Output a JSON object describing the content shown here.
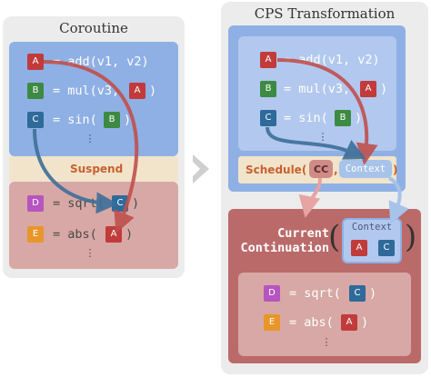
{
  "left_panel": {
    "title": "Coroutine",
    "lines": [
      {
        "tag": "A",
        "text": "= add(v1, v2)"
      },
      {
        "tag": "B",
        "text": "= mul(v3,",
        "arg": "A",
        "close": ")"
      },
      {
        "tag": "C",
        "text": "= sin(",
        "arg": "B",
        "close": ")"
      }
    ],
    "suspend_label": "Suspend",
    "lower_lines": [
      {
        "tag": "D",
        "text": "= sqrt(",
        "arg": "C",
        "close": ")"
      },
      {
        "tag": "E",
        "text": "= abs(",
        "arg": "A",
        "close": ")"
      }
    ]
  },
  "right_panel": {
    "title": "CPS Transformation",
    "lines": [
      {
        "tag": "A",
        "text": "= add(v1, v2)"
      },
      {
        "tag": "B",
        "text": "= mul(v3,",
        "arg": "A",
        "close": ")"
      },
      {
        "tag": "C",
        "text": "= sin(",
        "arg": "B",
        "close": ")"
      }
    ],
    "schedule_label": "Schedule(",
    "schedule_cc": "CC",
    "schedule_comma": ",",
    "schedule_context": "Context",
    "schedule_close": ")",
    "continuation_label_line1": "Current",
    "continuation_label_line2": "Continuation",
    "context_title": "Context",
    "context_tags": [
      "A",
      "C"
    ],
    "lower_lines": [
      {
        "tag": "D",
        "text": "= sqrt(",
        "arg": "C",
        "close": ")"
      },
      {
        "tag": "E",
        "text": "= abs(",
        "arg": "A",
        "close": ")"
      }
    ]
  },
  "dots": "⋮",
  "colors": {
    "A": "#c23b3b",
    "B": "#3d8a43",
    "C": "#2e6a9a",
    "D": "#b655c0",
    "E": "#e8962a",
    "blue_box": "#8fb0e4",
    "blue_box_inner": "#b2c8ee",
    "suspend": "#f1e4cb",
    "red_box": "#d7a8a5",
    "red_box_outer": "#bb6a6a",
    "arrow_red": "#c0504d",
    "arrow_blue": "#3d6f99",
    "arrow_pale_red": "#e6a4a2",
    "arrow_pale_blue": "#a7c3ea"
  }
}
